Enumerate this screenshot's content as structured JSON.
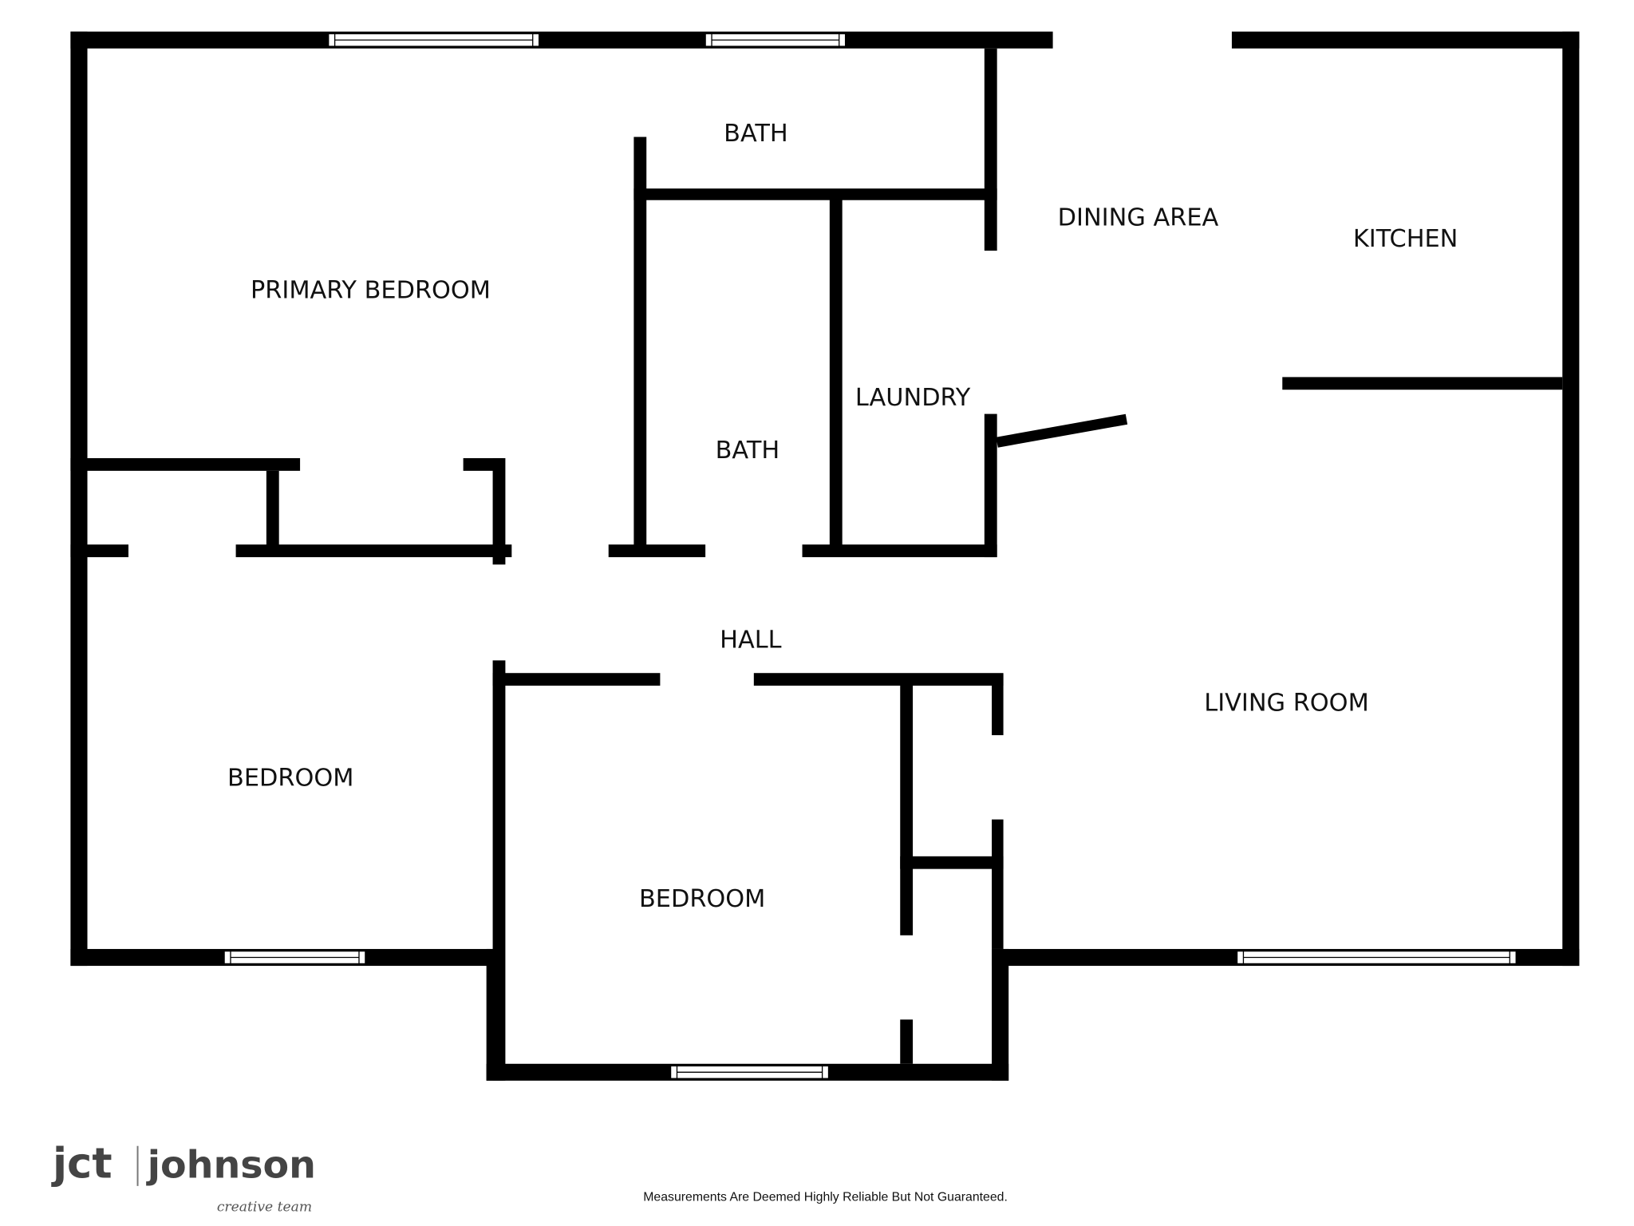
{
  "rooms": {
    "primary_bedroom": "PRIMARY BEDROOM",
    "bath_top": "BATH",
    "bath": "BATH",
    "laundry": "LAUNDRY",
    "dining": "DINING AREA",
    "kitchen": "KITCHEN",
    "hall": "HALL",
    "living": "LIVING ROOM",
    "bedroom_left": "BEDROOM",
    "bedroom_center": "BEDROOM"
  },
  "logo": {
    "jct": "jct",
    "johnson": "johnson",
    "tagline": "creative team"
  },
  "disclaimer": "Measurements Are Deemed Highly Reliable But Not Guaranteed."
}
